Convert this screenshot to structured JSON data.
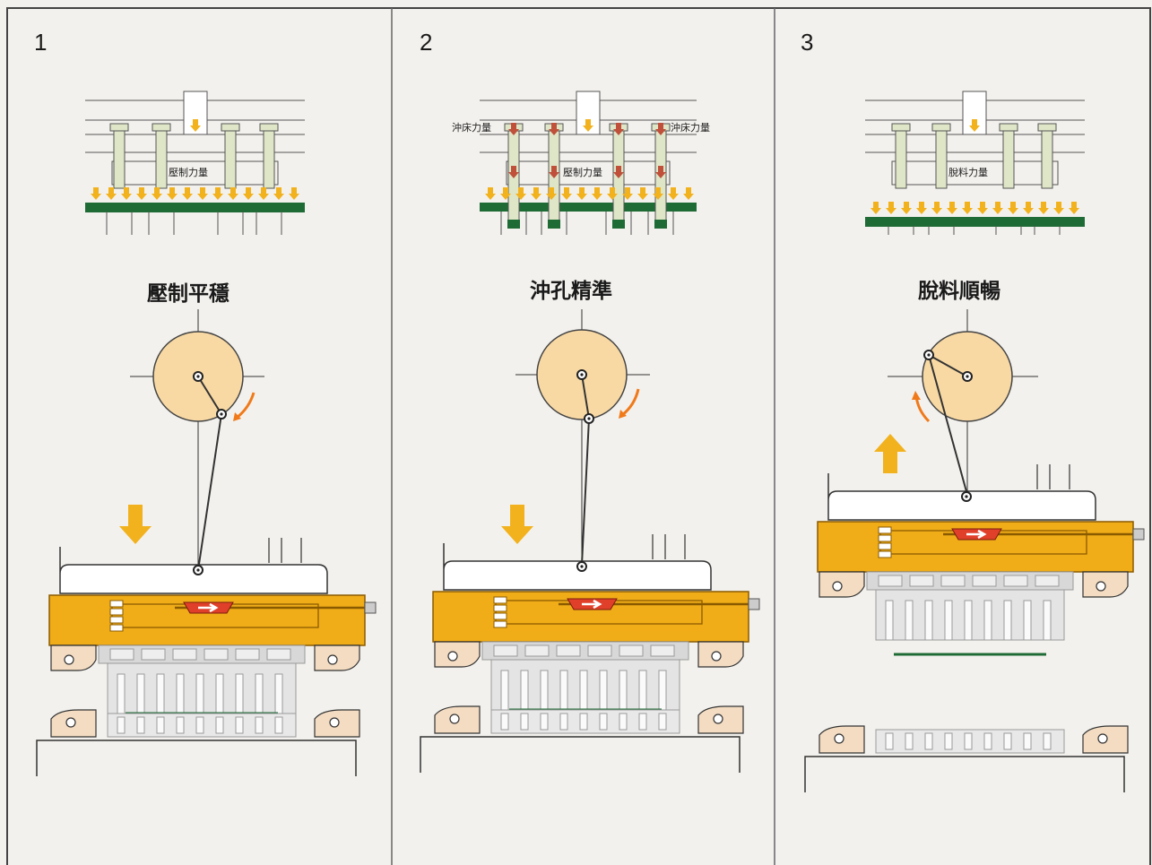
{
  "colors": {
    "background": "#f3f1ed",
    "frame": "#555555",
    "column_fill": "#dfe6c8",
    "strip_green": "#1f6b35",
    "arrow_gold": "#f2b21e",
    "slide_orange": "#f0ad18",
    "crank_disc": "#f8d9a4",
    "rotation_arrow": "#f07a1a",
    "force_arrow_brown": "#c0503a",
    "die_grey": "#d8d8d8",
    "die_edge": "#9a9a9a"
  },
  "panels": [
    {
      "number": "1",
      "title": "壓制平穩",
      "force_labels": [
        "壓制力量"
      ],
      "slide_direction": "down",
      "stage": "press"
    },
    {
      "number": "2",
      "title": "沖孔精準",
      "force_labels": [
        "沖床力量",
        "壓制力量",
        "沖床力量"
      ],
      "slide_direction": "down",
      "stage": "punch"
    },
    {
      "number": "3",
      "title": "脫料順暢",
      "force_labels": [
        "脫料力量"
      ],
      "slide_direction": "up",
      "stage": "strip"
    }
  ]
}
